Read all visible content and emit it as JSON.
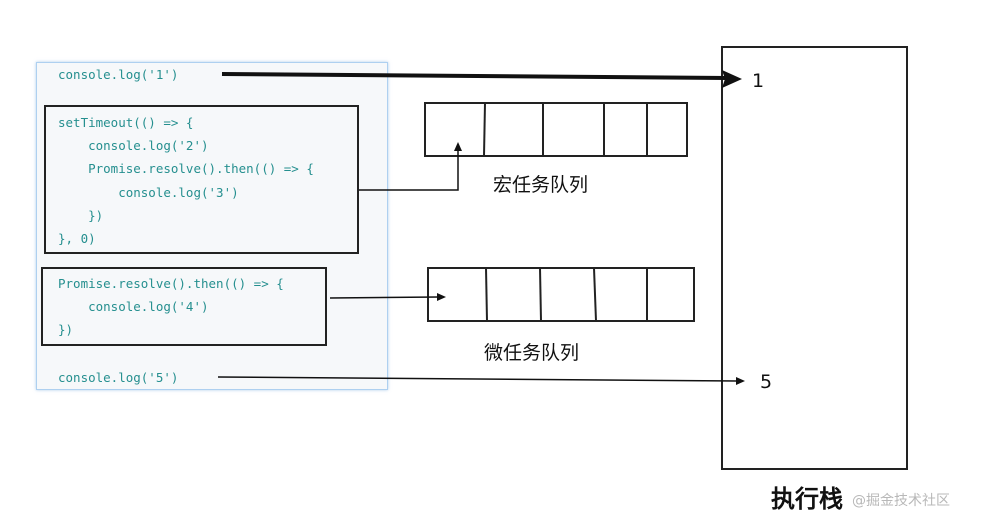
{
  "code": {
    "line1": "console.log('1')",
    "set_timeout_block": "setTimeout(() => {\n    console.log('2')\n    Promise.resolve().then(() => {\n        console.log('3')\n    })\n}, 0)",
    "promise_block": "Promise.resolve().then(() => {\n    console.log('4')\n})",
    "line5": "console.log('5')"
  },
  "queues": {
    "macro_label": "宏任务队列",
    "micro_label": "微任务队列"
  },
  "call_stack": {
    "title": "执行栈",
    "outputs": [
      "1",
      "5"
    ]
  },
  "watermark": "@掘金技术社区"
}
